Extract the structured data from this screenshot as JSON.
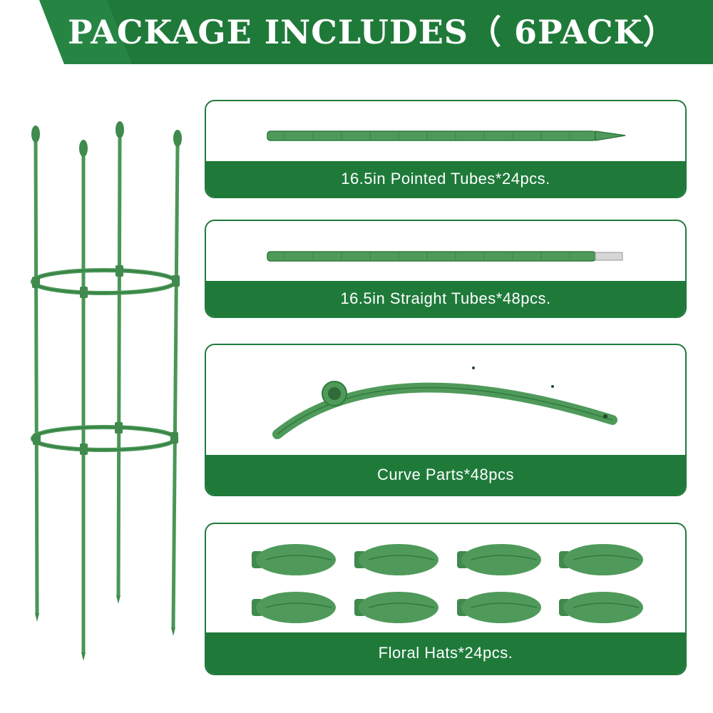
{
  "banner": {
    "title": "PACKAGE INCLUDES（ 6PACK）",
    "bg_color": "#1f7a3a"
  },
  "items": [
    {
      "label": "16.5in Pointed Tubes*24pcs.",
      "icon": "pointed-tube"
    },
    {
      "label": "16.5in Straight Tubes*48pcs.",
      "icon": "straight-tube"
    },
    {
      "label": "Curve Parts*48pcs",
      "icon": "curve-part"
    },
    {
      "label": "Floral Hats*24pcs.",
      "icon": "floral-hat"
    }
  ],
  "colors": {
    "accent": "#1f7a3a",
    "plastic_green": "#4f9a5a"
  }
}
